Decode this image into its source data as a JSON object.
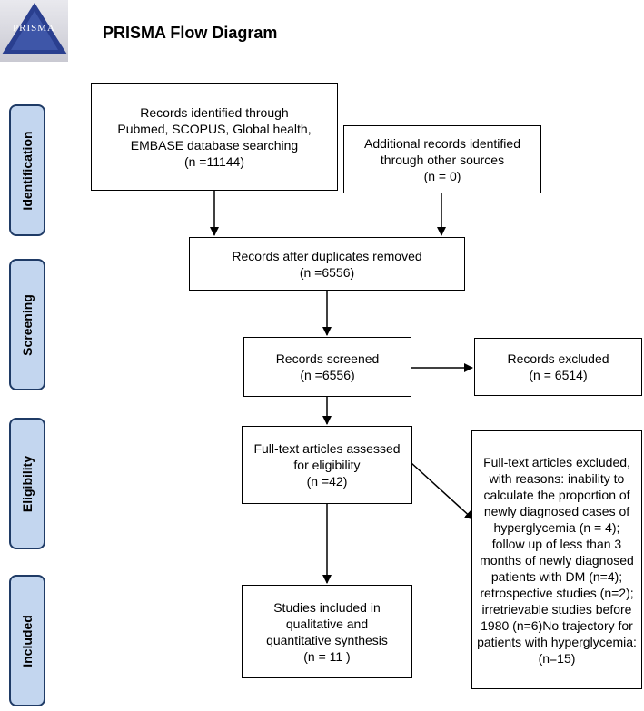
{
  "header": {
    "logo_text": "PRISMA",
    "title": "PRISMA Flow Diagram"
  },
  "phases": {
    "identification": "Identification",
    "screening": "Screening",
    "eligibility": "Eligibility",
    "included": "Included"
  },
  "boxes": {
    "records_identified": "Records identified through\nPubmed, SCOPUS, Global health,\nEMBASE  database searching\n(n =11144)",
    "additional_records": "Additional records identified\nthrough other sources\n(n = 0)",
    "after_duplicates": "Records after duplicates removed\n(n =6556)",
    "records_screened": "Records screened\n(n =6556)",
    "records_excluded": "Records excluded\n(n = 6514)",
    "fulltext_assessed": "Full-text articles assessed\nfor eligibility\n(n =42)",
    "fulltext_excluded": "Full-text articles excluded, with reasons: inability to calculate the proportion of newly diagnosed cases of hyperglycemia (n = 4); follow up of less than 3 months of newly diagnosed patients with DM (n=4);  retrospective studies (n=2); irretrievable studies before 1980 (n=6)No trajectory for patients with hyperglycemia:(n=15)",
    "studies_included": "Studies included in\nqualitative and\nquantitative synthesis\n(n = 11 )"
  },
  "colors": {
    "phase_fill": "#c3d6ef",
    "phase_border": "#1f3b66",
    "logo_triangle": "#2a3f8f"
  }
}
